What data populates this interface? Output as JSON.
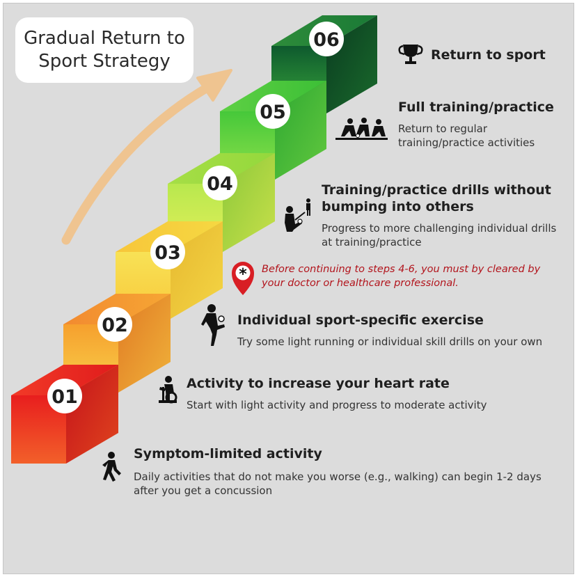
{
  "title": {
    "line1": "Gradual Return to",
    "line2": "Sport Strategy"
  },
  "steps": [
    {
      "number": "01",
      "color": "#e8281e",
      "heading": "Symptom-limited activity",
      "desc_lines": [
        "Daily activities that do not make you worse (e.g., walking) can begin 1-2 days",
        "after you get a concussion"
      ],
      "icon": "walking-person-icon"
    },
    {
      "number": "02",
      "color": "#f39a2c",
      "heading": "Activity to increase your heart rate",
      "desc_lines": [
        "Start with light activity and progress to moderate activity"
      ],
      "icon": "exercise-bike-icon"
    },
    {
      "number": "03",
      "color": "#f6d23a",
      "heading": "Individual sport-specific exercise",
      "desc_lines": [
        "Try some light running or individual skill drills on your own"
      ],
      "icon": "juggling-player-icon"
    },
    {
      "number": "04",
      "color": "#a8e04a",
      "heading_lines": [
        "Training/practice drills without",
        "bumping into others"
      ],
      "desc_lines": [
        "Progress to more challenging individual drills",
        "at training/practice"
      ],
      "icon": "drill-players-icon"
    },
    {
      "number": "05",
      "color": "#42c23a",
      "heading": "Full training/practice",
      "desc_lines": [
        "Return to regular",
        "training/practice activities"
      ],
      "icon": "team-practice-icon"
    },
    {
      "number": "06",
      "color": "#1a7a3a",
      "heading": "Return to sport",
      "desc_lines": [],
      "icon": "trophy-icon"
    }
  ],
  "warning": {
    "lines": [
      "Before continuing to steps 4-6, you must by cleared by",
      "your doctor or healthcare professional."
    ],
    "icon": "location-pin-asterisk-icon",
    "color": "#b2141c"
  },
  "arrow": {
    "color": "#efc490",
    "icon": "curved-arrow-icon"
  }
}
